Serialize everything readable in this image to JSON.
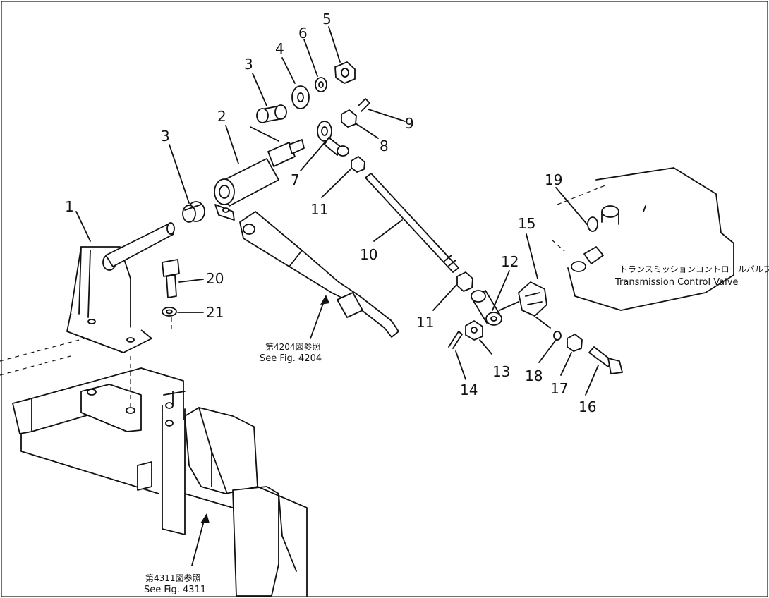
{
  "callouts": [
    "1",
    "2",
    "3",
    "3",
    "4",
    "5",
    "6",
    "7",
    "8",
    "9",
    "10",
    "11",
    "11",
    "12",
    "13",
    "14",
    "15",
    "16",
    "17",
    "18",
    "19",
    "20",
    "21"
  ],
  "notes": {
    "valve_jp": "トランスミッションコントロールバルブ",
    "valve_en": "Transmission  Control  Valve",
    "fig4204_jp": "第4204図参照",
    "fig4204_en": "See Fig. 4204",
    "fig4311_jp": "第4311図参照",
    "fig4311_en": "See Fig. 4311"
  },
  "colors": {
    "line": "#111111",
    "background": "#ffffff"
  }
}
